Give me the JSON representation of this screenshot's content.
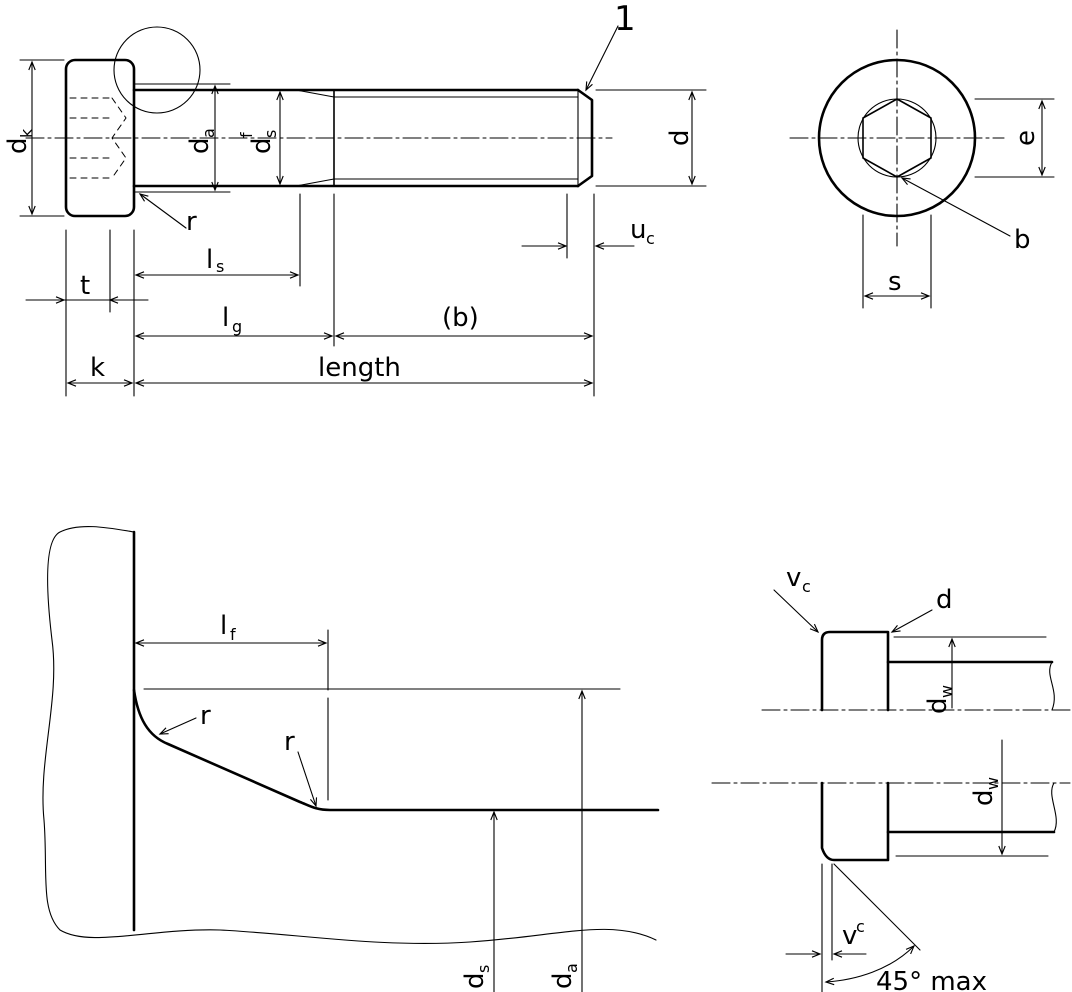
{
  "labels": {
    "dk": "d",
    "dk_sub": "k",
    "da": "d",
    "da_sub": "a",
    "ds_f": "f",
    "ds": "d",
    "ds_sub": "s",
    "d": "d",
    "one": "1",
    "r": "r",
    "t": "t",
    "ls": "l",
    "ls_sub": "s",
    "lg": "l",
    "lg_sub": "g",
    "b": "(b)",
    "k": "k",
    "length": "length",
    "uc": "u",
    "uc_sub": "c",
    "e": "e",
    "s": "s",
    "bb": "b",
    "lf": "l",
    "lf_sub": "f",
    "r1": "r",
    "r2": "r",
    "ds2": "d",
    "ds2_sub": "s",
    "da2": "d",
    "da2_sub": "a",
    "vc": "v",
    "vc_sub": "c",
    "d2": "d",
    "dw": "d",
    "dw_sub": "w",
    "dw2": "d",
    "dw2_sub": "w",
    "vc2": "v",
    "vc2_sub": "c",
    "angle": "45° max"
  }
}
